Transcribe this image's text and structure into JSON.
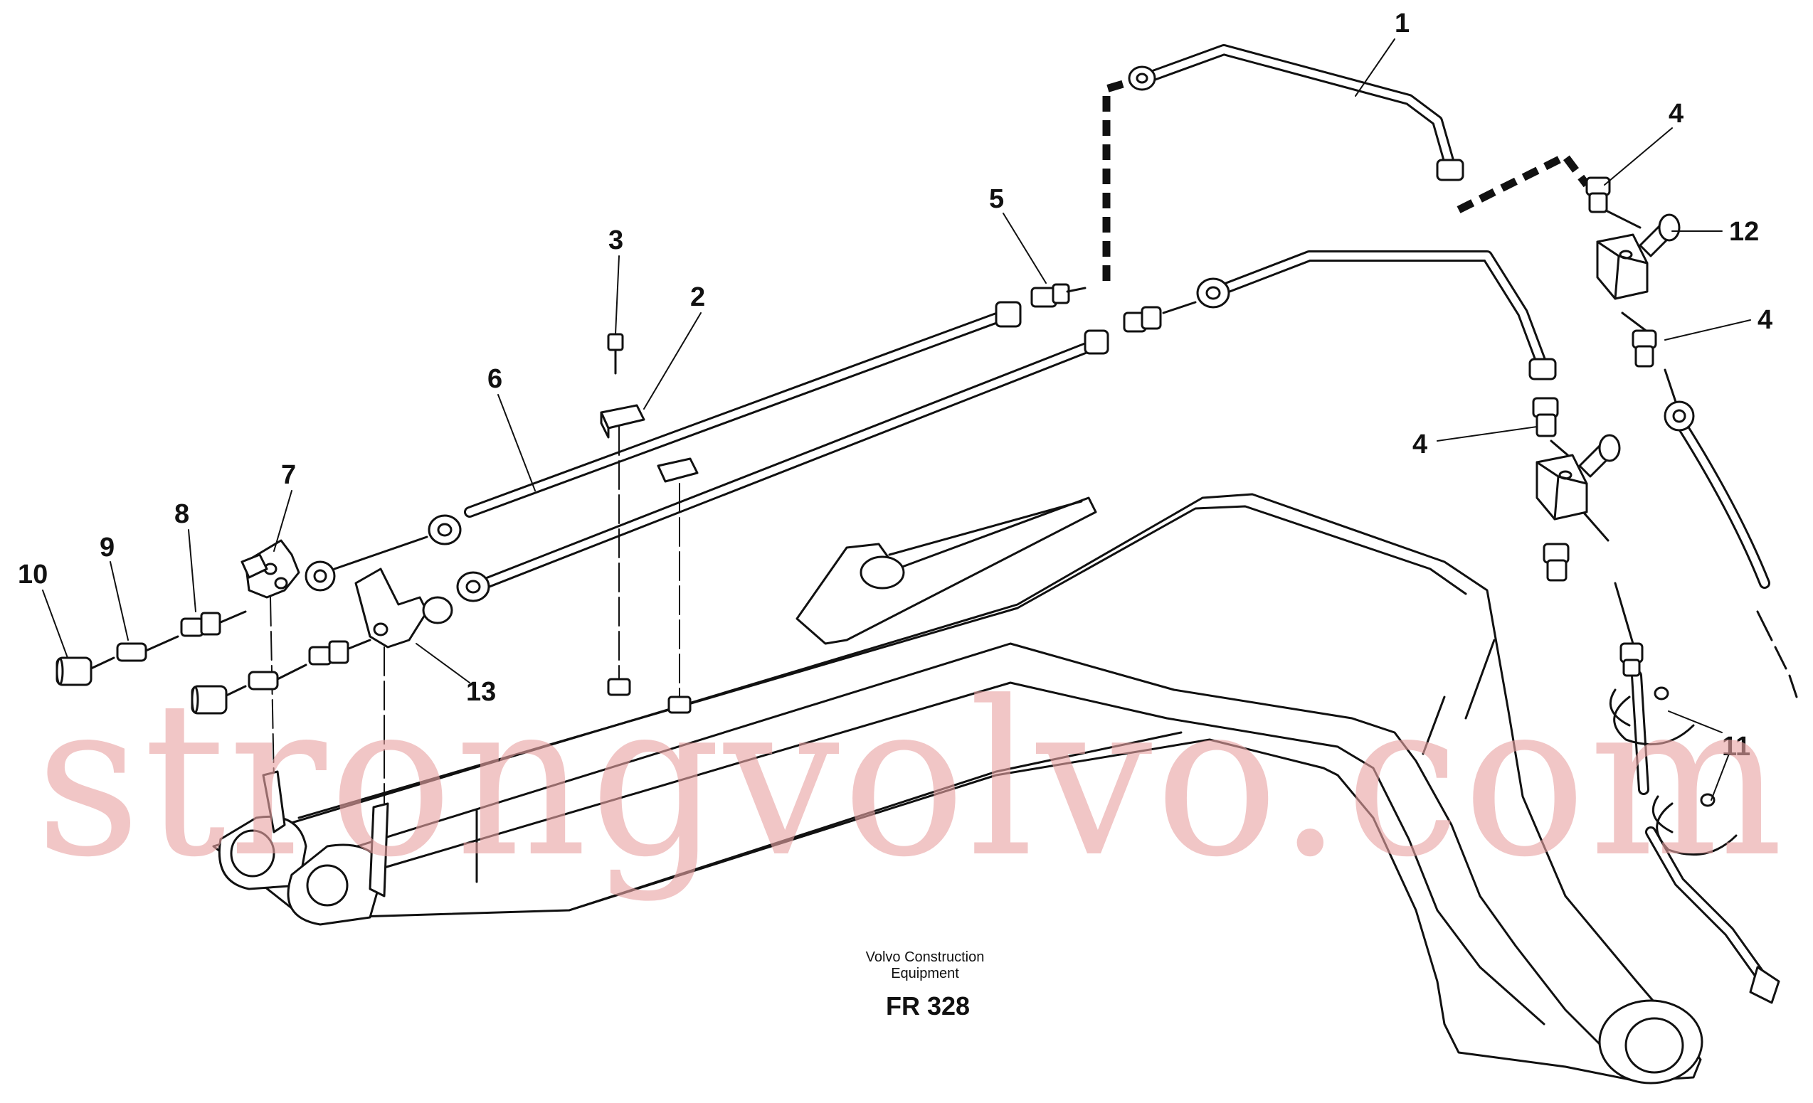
{
  "labels": {
    "l1": "1",
    "l2": "2",
    "l3": "3",
    "l4a": "4",
    "l4b": "4",
    "l4c": "4",
    "l5": "5",
    "l6": "6",
    "l7": "7",
    "l8": "8",
    "l9": "9",
    "l10": "10",
    "l11": "11",
    "l12": "12",
    "l13": "13"
  },
  "caption": {
    "line1": "Volvo Construction",
    "line2": "Equipment",
    "code": "FR 328"
  },
  "watermark": "strongvolvo.com"
}
